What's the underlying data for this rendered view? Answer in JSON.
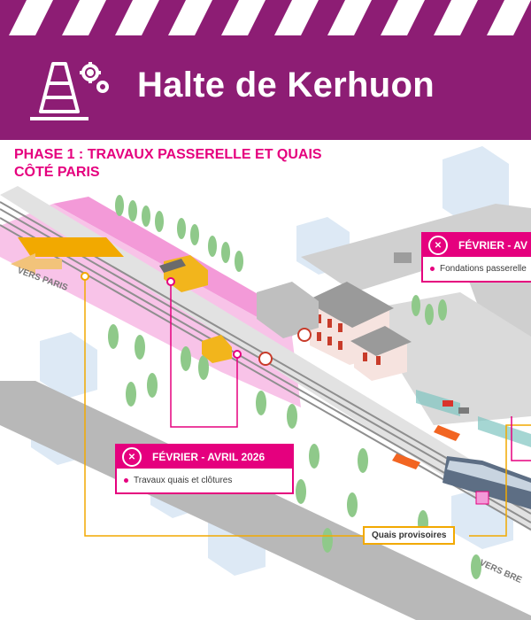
{
  "header": {
    "title": "Halte de Kerhuon",
    "icon": "traffic-cone-gear-icon",
    "color": "#8d1d74"
  },
  "phase": {
    "line1": "PHASE 1 :  TRAVAUX PASSERELLE ET QUAIS",
    "line2": "CÔTÉ PARIS",
    "color": "#e5007e"
  },
  "callouts": [
    {
      "title": "FÉVRIER - AVRIL 2026",
      "item": "Travaux quais et clôtures"
    },
    {
      "title": "FÉVRIER - AV",
      "item": "Fondations passerelle"
    }
  ],
  "labels": {
    "temporary_platforms": "Quais provisoires",
    "to_paris": "VERS PARIS",
    "to_brest": "VERS BRE"
  }
}
